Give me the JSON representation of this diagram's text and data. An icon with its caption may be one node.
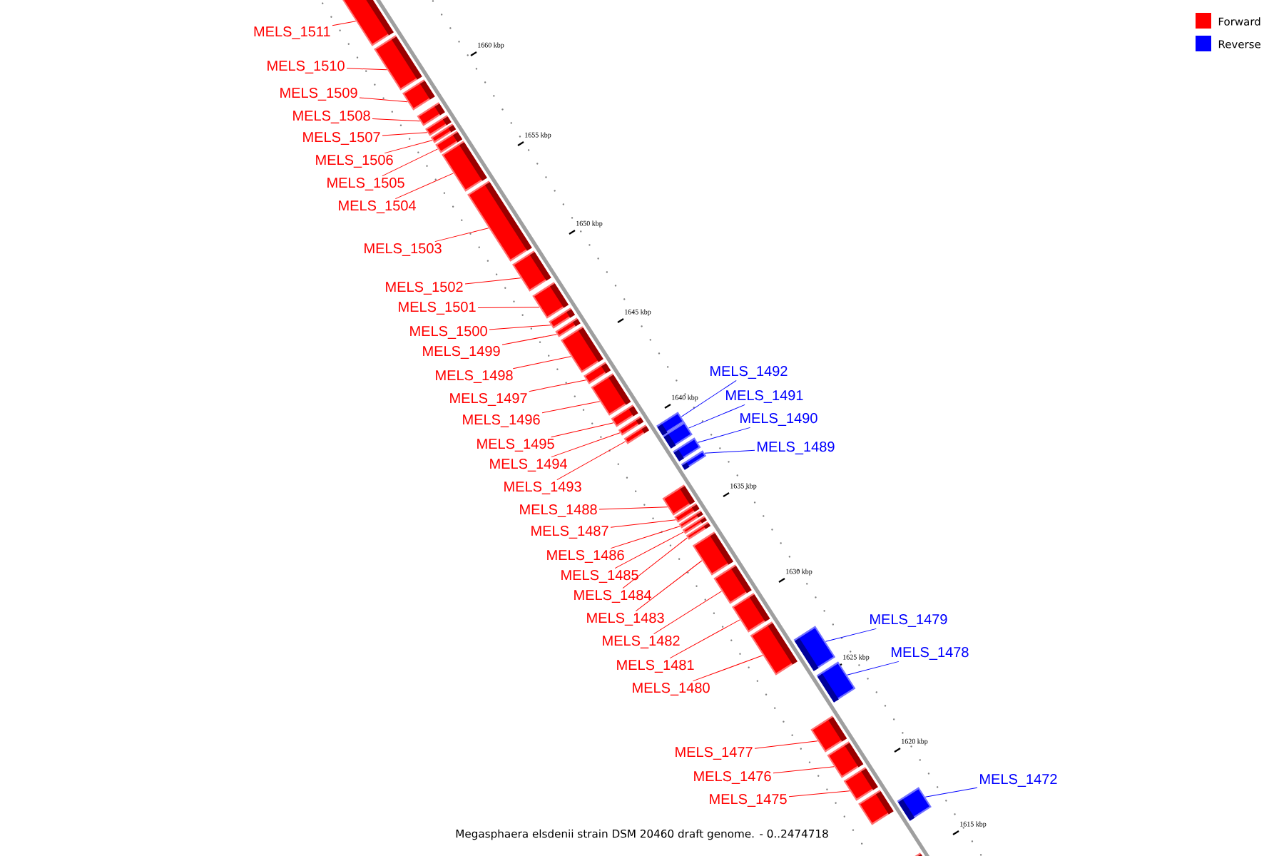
{
  "diagram": {
    "caption": "Megasphaera elsdenii strain DSM 20460 draft genome. - 0..2474718",
    "nodes": [
      {
        "text": [
          "MELS_1511"
        ]
      },
      {
        "text": [
          "MELS_1510"
        ]
      },
      {
        "text": [
          "MELS_1509"
        ]
      },
      {
        "text": [
          "MELS_1508"
        ]
      },
      {
        "text": [
          "MELS_1507"
        ]
      },
      {
        "text": [
          "MELS_1506"
        ]
      },
      {
        "text": [
          "MELS_1505"
        ]
      },
      {
        "text": [
          "MELS_1504"
        ]
      },
      {
        "text": [
          "MELS_1503"
        ]
      },
      {
        "text": [
          "MELS_1502"
        ]
      },
      {
        "text": [
          "MELS_1501"
        ]
      },
      {
        "text": [
          "MELS_1500"
        ]
      },
      {
        "text": [
          "MELS_1499"
        ]
      },
      {
        "text": [
          "MELS_1498"
        ]
      },
      {
        "text": [
          "MELS_1497"
        ]
      },
      {
        "text": [
          "MELS_1496"
        ]
      },
      {
        "text": [
          "MELS_1495"
        ]
      },
      {
        "text": [
          "MELS_1494"
        ]
      },
      {
        "text": [
          "MELS_1493"
        ]
      },
      {
        "text": [
          "MELS_1492"
        ]
      },
      {
        "text": [
          "MELS_1491"
        ]
      },
      {
        "text": [
          "MELS_1490"
        ]
      },
      {
        "text": [
          "MELS_1489"
        ]
      },
      {
        "text": [
          "MELS_1488"
        ]
      },
      {
        "text": [
          "MELS_1487"
        ]
      },
      {
        "text": [
          "MELS_1486"
        ]
      },
      {
        "text": [
          "MELS_1485"
        ]
      },
      {
        "text": [
          "MELS_1484"
        ]
      },
      {
        "text": [
          "MELS_1483"
        ]
      },
      {
        "text": [
          "MELS_1482"
        ]
      },
      {
        "text": [
          "MELS_1481"
        ]
      },
      {
        "text": [
          "MELS_1480"
        ]
      },
      {
        "text": [
          "MELS_1479"
        ]
      },
      {
        "text": [
          "MELS_1478"
        ]
      },
      {
        "text": [
          "MELS_1477"
        ]
      },
      {
        "text": [
          "MELS_1476"
        ]
      },
      {
        "text": [
          "MELS_1475"
        ]
      },
      {
        "text": [
          "MELS_1472"
        ]
      },
      {
        "text": [],
        "shape": "box"
      },
      {
        "text": [],
        "shape": "box"
      },
      {
        "text": [],
        "shape": "box"
      },
      {
        "text": [],
        "shape": "box"
      },
      {
        "text": [],
        "shape": "box"
      },
      {
        "text": [],
        "shape": "box"
      },
      {
        "text": [],
        "shape": "box"
      },
      {
        "text": [],
        "shape": "box"
      },
      {
        "text": [],
        "shape": "box"
      },
      {
        "text": [],
        "shape": "box"
      },
      {
        "text": [],
        "shape": "box"
      },
      {
        "text": [],
        "shape": "box"
      },
      {
        "text": [],
        "shape": "box"
      },
      {
        "text": [],
        "shape": "box"
      },
      {
        "text": [],
        "shape": "box"
      },
      {
        "text": [],
        "shape": "box"
      },
      {
        "text": [],
        "shape": "box"
      },
      {
        "text": [],
        "shape": "box"
      },
      {
        "text": [],
        "shape": "box"
      },
      {
        "text": [],
        "shape": "box"
      },
      {
        "text": [],
        "shape": "box"
      },
      {
        "text": [],
        "shape": "box"
      },
      {
        "text": [],
        "shape": "box"
      },
      {
        "text": [],
        "shape": "box"
      },
      {
        "text": [],
        "shape": "box"
      },
      {
        "text": [],
        "shape": "box"
      },
      {
        "text": [],
        "shape": "box"
      },
      {
        "text": [],
        "shape": "box"
      },
      {
        "text": [],
        "shape": "box"
      },
      {
        "text": [],
        "shape": "box"
      },
      {
        "text": [],
        "shape": "box"
      },
      {
        "text": [],
        "shape": "box"
      },
      {
        "text": [],
        "shape": "box"
      },
      {
        "text": [],
        "shape": "box"
      },
      {
        "text": [],
        "shape": "box"
      },
      {
        "text": [],
        "shape": "box"
      },
      {
        "text": [],
        "shape": "box"
      },
      {
        "text": [],
        "shape": "box"
      },
      {
        "text": [],
        "shape": "box"
      },
      {
        "text": [],
        "shape": "box"
      }
    ],
    "edges": [
      {
        "from": 0,
        "to": 38,
        "arrow": "none"
      },
      {
        "from": 1,
        "to": 39,
        "arrow": "none"
      },
      {
        "from": 2,
        "to": 40,
        "arrow": "none"
      },
      {
        "from": 3,
        "to": 41,
        "arrow": "none"
      },
      {
        "from": 4,
        "to": 42,
        "arrow": "none"
      },
      {
        "from": 5,
        "to": 43,
        "arrow": "none"
      },
      {
        "from": 6,
        "to": 44,
        "arrow": "none"
      },
      {
        "from": 7,
        "to": 45,
        "arrow": "none"
      },
      {
        "from": 8,
        "to": 46,
        "arrow": "none"
      },
      {
        "from": 9,
        "to": 47,
        "arrow": "none"
      },
      {
        "from": 10,
        "to": 48,
        "arrow": "none"
      },
      {
        "from": 11,
        "to": 49,
        "arrow": "none"
      },
      {
        "from": 12,
        "to": 50,
        "arrow": "none"
      },
      {
        "from": 13,
        "to": 51,
        "arrow": "none"
      },
      {
        "from": 14,
        "to": 52,
        "arrow": "none"
      },
      {
        "from": 15,
        "to": 53,
        "arrow": "none"
      },
      {
        "from": 16,
        "to": 54,
        "arrow": "none"
      },
      {
        "from": 17,
        "to": 55,
        "arrow": "none"
      },
      {
        "from": 18,
        "to": 56,
        "arrow": "none"
      },
      {
        "from": 19,
        "to": 57,
        "arrow": "none",
        "color": "#0000ff"
      },
      {
        "from": 20,
        "to": 58,
        "arrow": "none",
        "color": "#0000ff"
      },
      {
        "from": 21,
        "to": 59,
        "arrow": "none",
        "color": "#0000ff"
      },
      {
        "from": 22,
        "to": 60,
        "arrow": "none",
        "color": "#0000ff"
      },
      {
        "from": 23,
        "to": 61,
        "arrow": "none"
      },
      {
        "from": 24,
        "to": 62,
        "arrow": "none"
      },
      {
        "from": 25,
        "to": 63,
        "arrow": "none"
      },
      {
        "from": 26,
        "to": 64,
        "arrow": "none"
      },
      {
        "from": 27,
        "to": 65,
        "arrow": "none"
      },
      {
        "from": 28,
        "to": 66,
        "arrow": "none"
      },
      {
        "from": 29,
        "to": 67,
        "arrow": "none"
      },
      {
        "from": 30,
        "to": 68,
        "arrow": "none"
      },
      {
        "from": 31,
        "to": 69,
        "arrow": "none"
      },
      {
        "from": 32,
        "to": 70,
        "arrow": "none",
        "color": "#0000ff"
      },
      {
        "from": 33,
        "to": 71,
        "arrow": "none",
        "color": "#0000ff"
      },
      {
        "from": 34,
        "to": 72,
        "arrow": "none"
      },
      {
        "from": 35,
        "to": 73,
        "arrow": "none"
      },
      {
        "from": 36,
        "to": 74,
        "arrow": "none"
      },
      {
        "from": 37,
        "to": 75,
        "arrow": "none",
        "color": "#0000ff"
      }
    ],
    "labels": [
      "1660 kbp",
      "1655 kbp",
      "1650 kbp",
      "1645 kbp",
      "1640 kbp",
      "1635 kbp",
      "1630 kbp",
      "1625 kbp",
      "1620 kbp",
      "1615 kbp"
    ],
    "legend": [
      {
        "text": "Forward",
        "color": "#ff0000"
      },
      {
        "text": "Reverse",
        "color": "#0000ff"
      }
    ]
  }
}
